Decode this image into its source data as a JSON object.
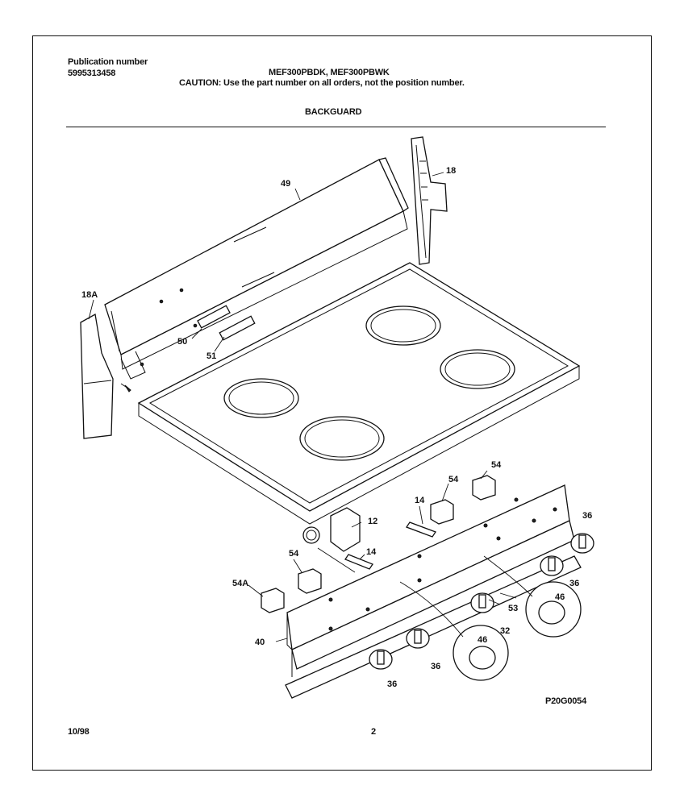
{
  "header": {
    "publication_label": "Publication number",
    "publication_number": "5995313458",
    "models": "MEF300PBDK, MEF300PBWK",
    "caution": "CAUTION:  Use the part number on all orders, not the position number.",
    "section_title": "BACKGUARD"
  },
  "footer": {
    "date": "10/98",
    "page": "2",
    "diagram_code": "P20G0054"
  },
  "callouts": {
    "c49": "49",
    "c18": "18",
    "c18A": "18A",
    "c50": "50",
    "c51": "51",
    "c54_top": "54",
    "c54_mid": "54",
    "c14_top": "14",
    "c12": "12",
    "c14_mid": "14",
    "c54_left": "54",
    "c54A": "54A",
    "c36_right_top": "36",
    "c36_right_mid": "36",
    "c46_right": "46",
    "c53": "53",
    "c32": "32",
    "c40": "40",
    "c46_bottom": "46",
    "c36_bottom_mid": "36",
    "c36_bottom_left": "36"
  }
}
